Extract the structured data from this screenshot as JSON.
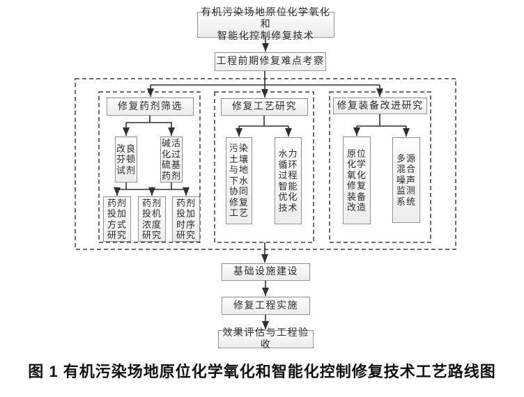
{
  "figure": {
    "caption": "图 1 有机污染场地原位化学氧化和智能化控制修复技术工艺路线图"
  },
  "nodes": {
    "root": "有机污染场地原位化学氧化和\n智能化控制修复技术",
    "survey": "工程前期修复难点考察",
    "screening_header": "修复药剂筛选",
    "process_header": "修复工艺研究",
    "equipment_header": "修复装备改进研究",
    "fenton": "改良\n芬顿\n试剂",
    "alkali": "碱活\n化过\n硫基\n药剂",
    "dosing_method": "药剂\n投加\n方式\n研究",
    "dosing_concentration": "药剂\n投机\n浓度\n研究",
    "dosing_sequence": "药剂\n投加\n时序\n研究",
    "soil_groundwater": "污染\n土壤\n与地\n下水\n协同\n修复\n工艺",
    "hydraulic": "水力\n循环\n过程\n智能\n优化\n技术",
    "insitu_equipment": "原位\n化学\n氧化\n修复\n装备\n改造",
    "noise_monitoring": "多源\n混合\n噪声\n监测\n系统",
    "infrastructure": "基础设施建设",
    "implementation": "修复工程实施",
    "acceptance": "效果评估与工程验收"
  },
  "colors": {
    "line": "#2f2f2f",
    "dash_border": "#3d3d3d",
    "box_border": "#8d8d8d",
    "box_fill_top": "#fdfdfd",
    "box_fill_bottom": "#ececec",
    "text": "#2b2b2b"
  }
}
